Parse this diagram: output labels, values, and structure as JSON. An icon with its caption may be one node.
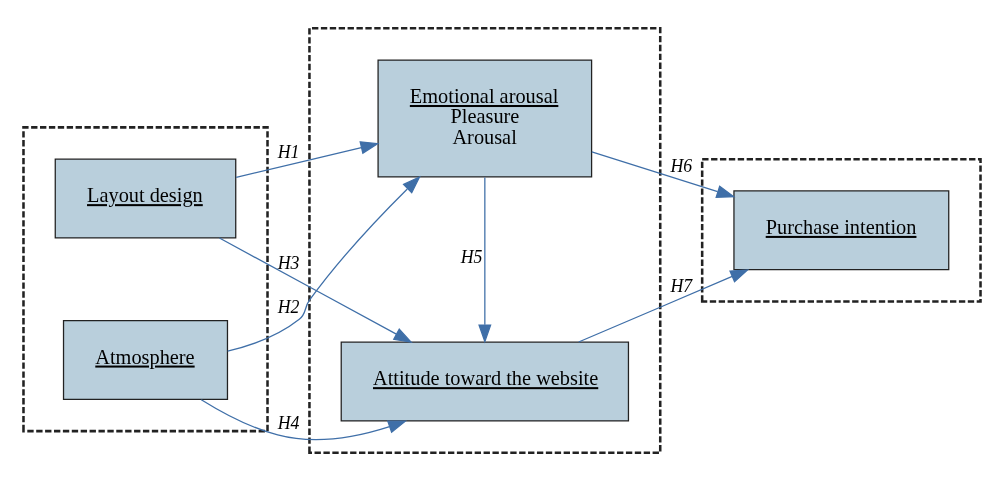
{
  "diagram": {
    "nodes": [
      {
        "text": [],
        "shape": "box"
      },
      {
        "text": [
          "Layout design"
        ],
        "in": 0
      },
      {
        "text": [
          "Atmosphere"
        ],
        "in": 0
      },
      {
        "text": [],
        "shape": "box"
      },
      {
        "text": [
          "Emotional arousal",
          "Pleasure",
          "Arousal"
        ],
        "in": 3
      },
      {
        "text": [
          "Attitude toward the website"
        ],
        "in": 3
      },
      {
        "text": [],
        "shape": "box"
      },
      {
        "text": [
          "Purchase intention"
        ],
        "in": 6
      }
    ],
    "edges": [
      {
        "from": 1,
        "to": 4,
        "arrow": "to",
        "label": "H1"
      },
      {
        "from": 1,
        "to": 5,
        "arrow": "to",
        "label": "H3"
      },
      {
        "from": 2,
        "to": 4,
        "arrow": "to",
        "label": "H2"
      },
      {
        "from": 2,
        "to": 5,
        "arrow": "to",
        "label": "H4"
      },
      {
        "from": 4,
        "to": 5,
        "arrow": "to",
        "label": "H5"
      },
      {
        "from": 4,
        "to": 7,
        "arrow": "to",
        "label": "H6"
      },
      {
        "from": 5,
        "to": 7,
        "arrow": "to",
        "label": "H7"
      }
    ]
  }
}
